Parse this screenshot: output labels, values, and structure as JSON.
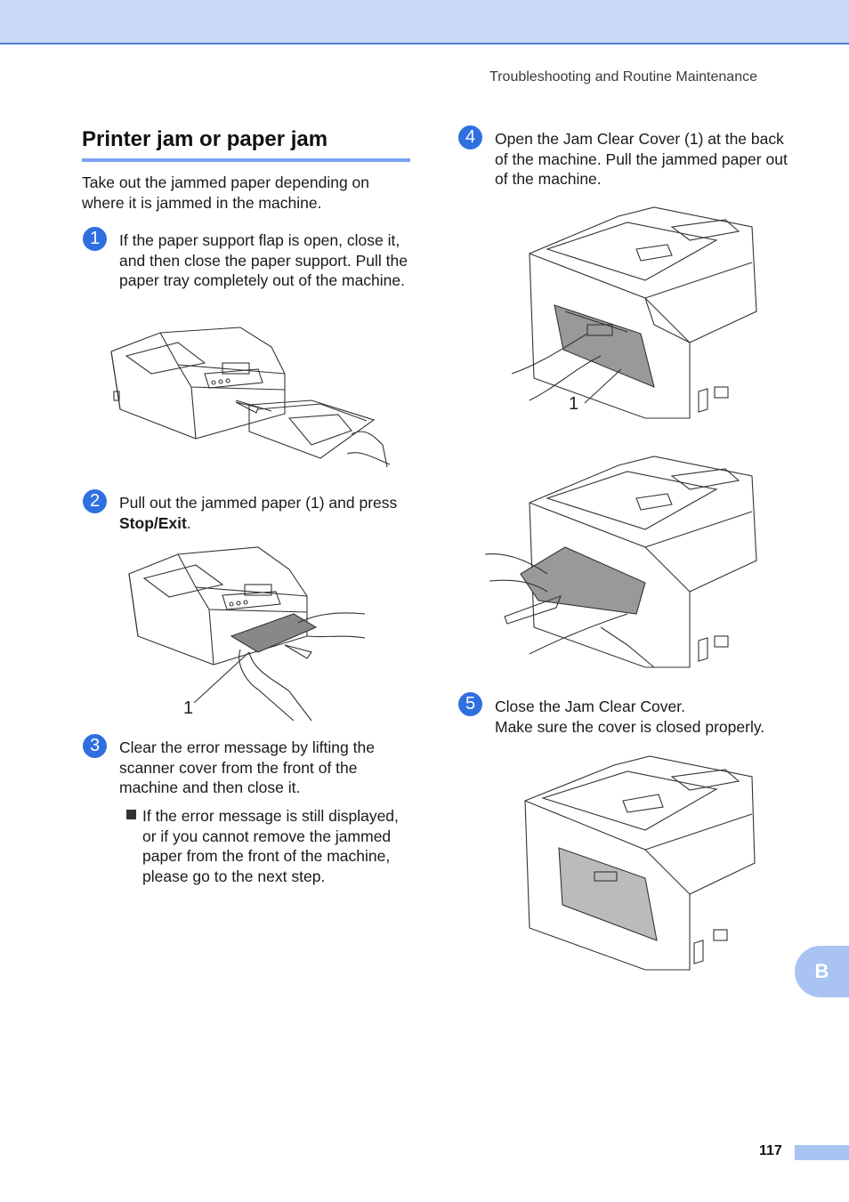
{
  "header": {
    "running_head": "Troubleshooting and Routine Maintenance"
  },
  "section": {
    "title": "Printer jam or paper jam",
    "intro": "Take out the jammed paper depending on where it is jammed in the machine."
  },
  "steps": [
    {
      "number": "1",
      "text": "If the paper support flap is open, close it, and then close the paper support. Pull the paper tray completely out of the machine."
    },
    {
      "number": "2",
      "text_before": "Pull out the jammed paper (1) and press ",
      "text_bold": "Stop/Exit",
      "text_after": "."
    },
    {
      "number": "3",
      "text": "Clear the error message by lifting the scanner cover from the front of the machine and then close it.",
      "bullet": "If the error message is still displayed, or if you cannot remove the jammed paper from the front of the machine, please go to the next step."
    },
    {
      "number": "4",
      "text": "Open the Jam Clear Cover (1) at the back of the machine. Pull the jammed paper out of the machine."
    },
    {
      "number": "5",
      "line1": "Close the Jam Clear Cover.",
      "line2": "Make sure the cover is closed properly."
    }
  ],
  "callouts": {
    "step2": "1",
    "step4": "1"
  },
  "footer": {
    "chapter_tab": "B",
    "page_number": "117"
  },
  "colors": {
    "accent": "#2f6fe0",
    "band": "#c8d9f7",
    "tab": "#a9c4f3"
  },
  "icons": [
    "printer-tray-illustration",
    "printer-front-jam-illustration",
    "printer-rear-cover-open-illustration",
    "printer-rear-pull-paper-illustration",
    "printer-rear-cover-closed-illustration"
  ]
}
